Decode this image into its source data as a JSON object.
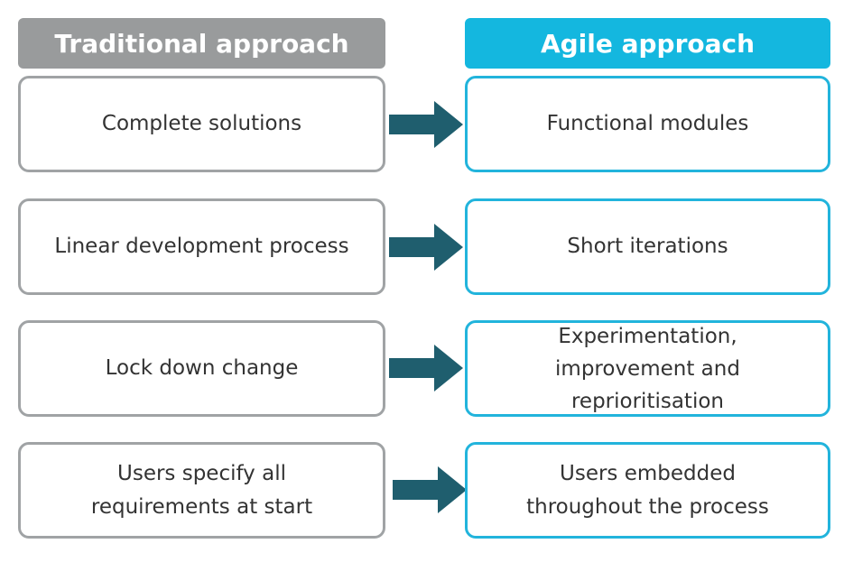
{
  "headers": {
    "traditional": "Traditional approach",
    "agile": "Agile approach"
  },
  "rows": [
    {
      "traditional": "Complete solutions",
      "agile": "Functional modules"
    },
    {
      "traditional": "Linear development process",
      "agile": "Short iterations"
    },
    {
      "traditional": "Lock down change",
      "agile": "Experimentation, improvement and reprioritisation"
    },
    {
      "traditional": "Users specify all requirements at start",
      "agile": "Users embedded throughout the process"
    }
  ],
  "colors": {
    "traditional_header": "#999b9c",
    "agile_header": "#14b7df",
    "traditional_border": "#a0a3a5",
    "agile_border": "#22b4dc",
    "arrow": "#1f5e6e"
  }
}
